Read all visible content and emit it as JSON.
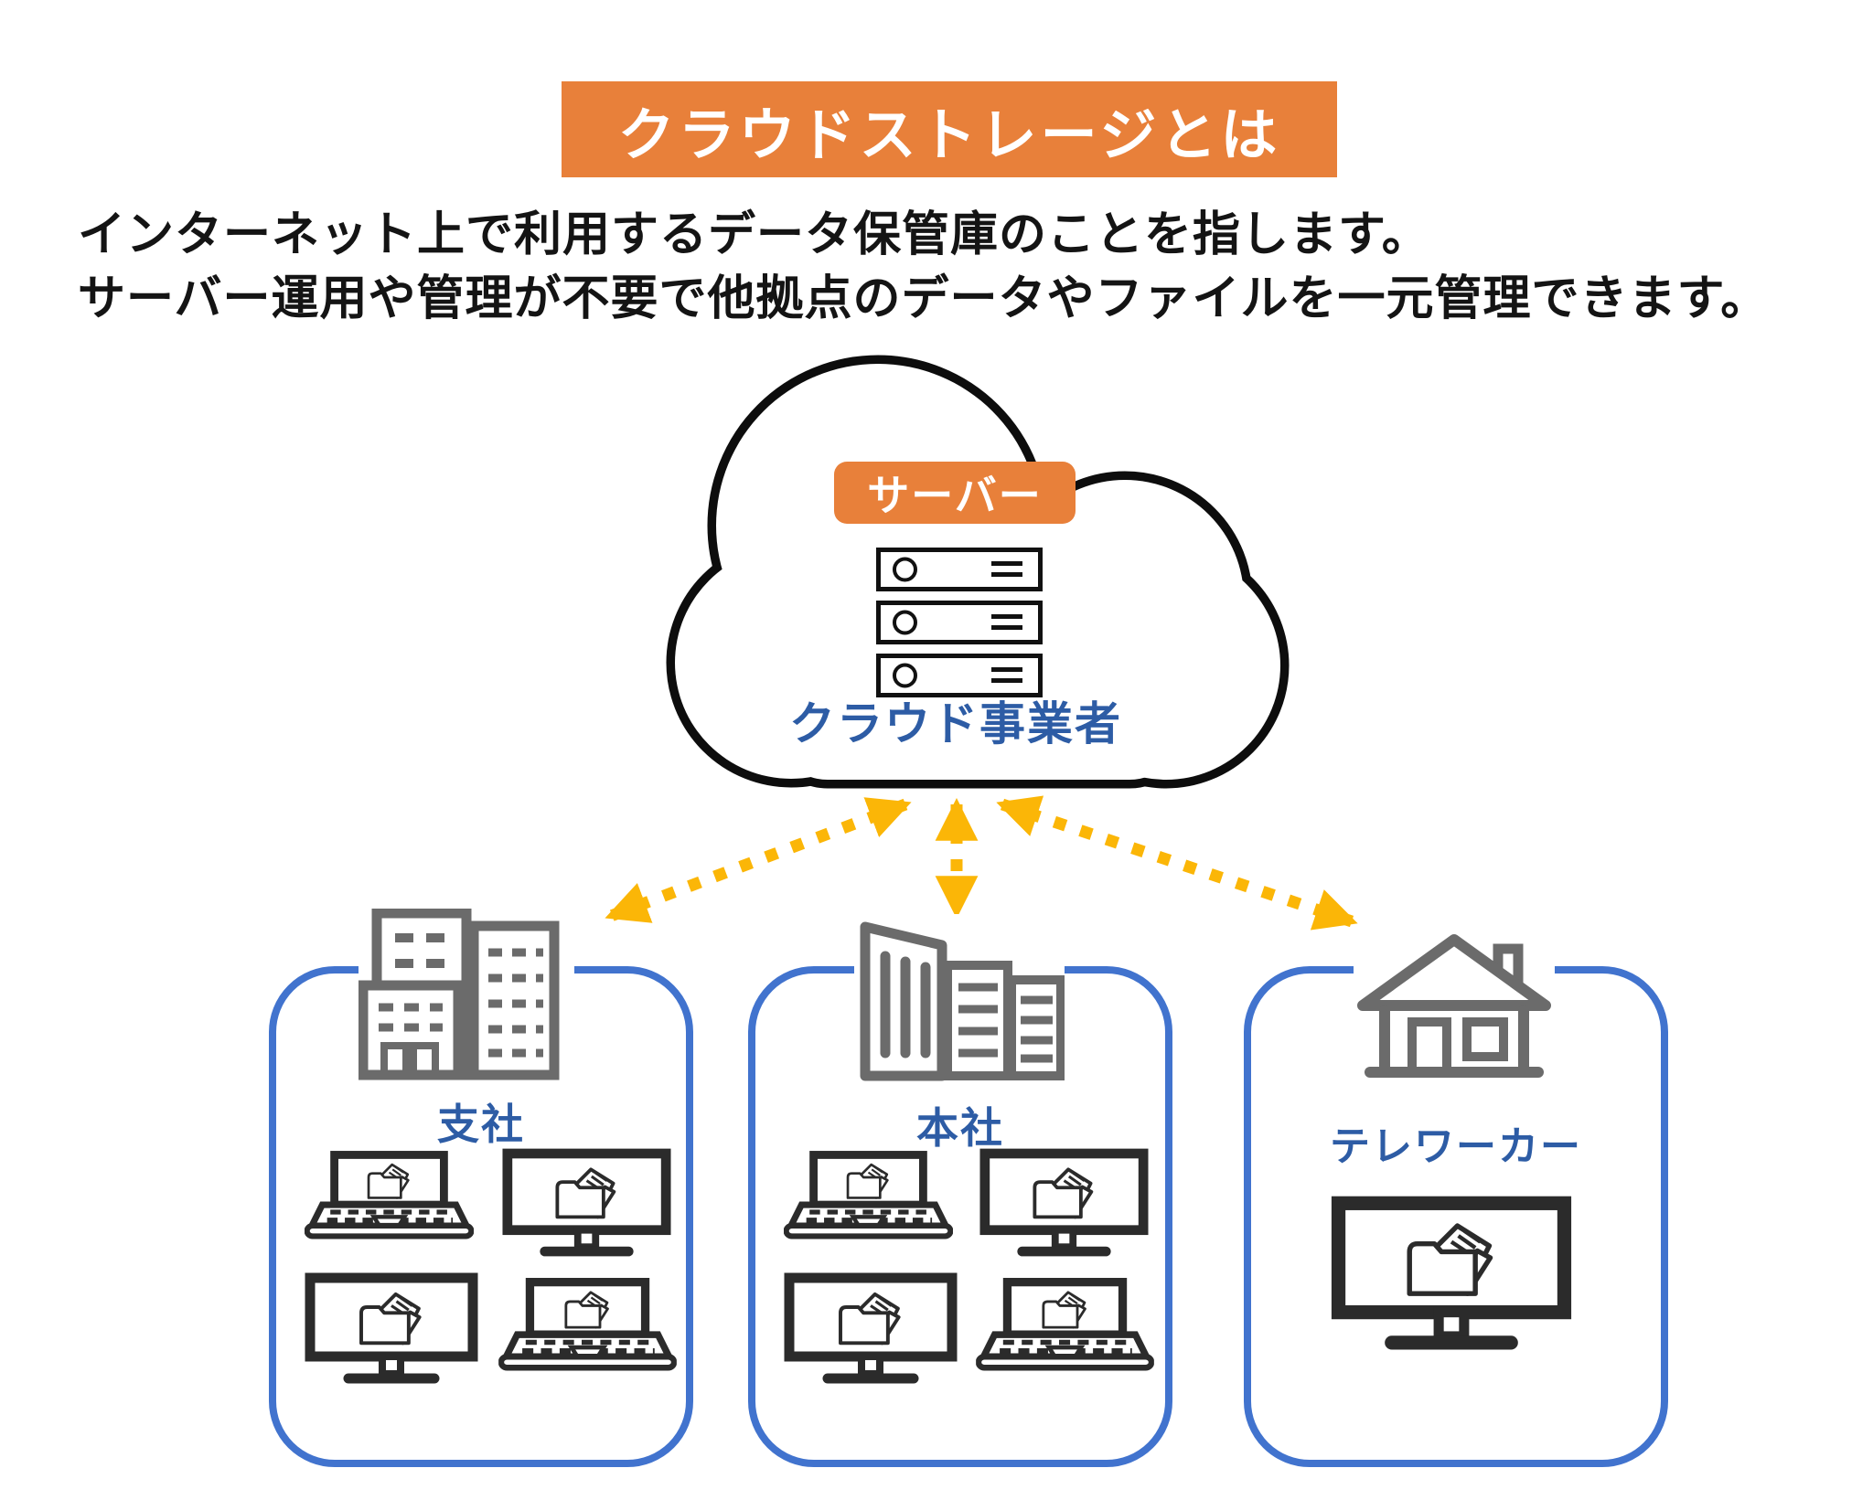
{
  "title": {
    "label": "クラウドストレージとは"
  },
  "intro": {
    "line1": "インターネット上で利用するデータ保管庫のことを指します。",
    "line2": "サーバー運用や管理が不要で他拠点のデータやファイルを一元管理できます。"
  },
  "cloud": {
    "server_badge": "サーバー",
    "provider_label": "クラウド事業者",
    "server_icon": "server-stack-3-bays"
  },
  "arrows": {
    "style": "dashed-double-headed",
    "count": 3,
    "connects": "cloud-to-sites"
  },
  "sites": [
    {
      "id": "branch",
      "label": "支社",
      "icon": "office-buildings-icon",
      "devices": [
        "laptop-folder",
        "monitor-folder",
        "monitor-folder",
        "laptop-folder"
      ]
    },
    {
      "id": "hq",
      "label": "本社",
      "icon": "office-towers-icon",
      "devices": [
        "laptop-folder",
        "monitor-folder",
        "monitor-folder",
        "laptop-folder"
      ]
    },
    {
      "id": "teleworker",
      "label": "テレワーカー",
      "icon": "house-icon",
      "devices": [
        "monitor-folder-large"
      ]
    }
  ],
  "colors": {
    "accent_orange": "#E8803A",
    "card_border_blue": "#4173CE",
    "label_blue": "#2D5CA5",
    "arrow_yellow": "#FBB607",
    "building_gray": "#6B6B6B",
    "device_dark": "#2B2B2B",
    "cloud_outline": "#0D0D0D"
  }
}
